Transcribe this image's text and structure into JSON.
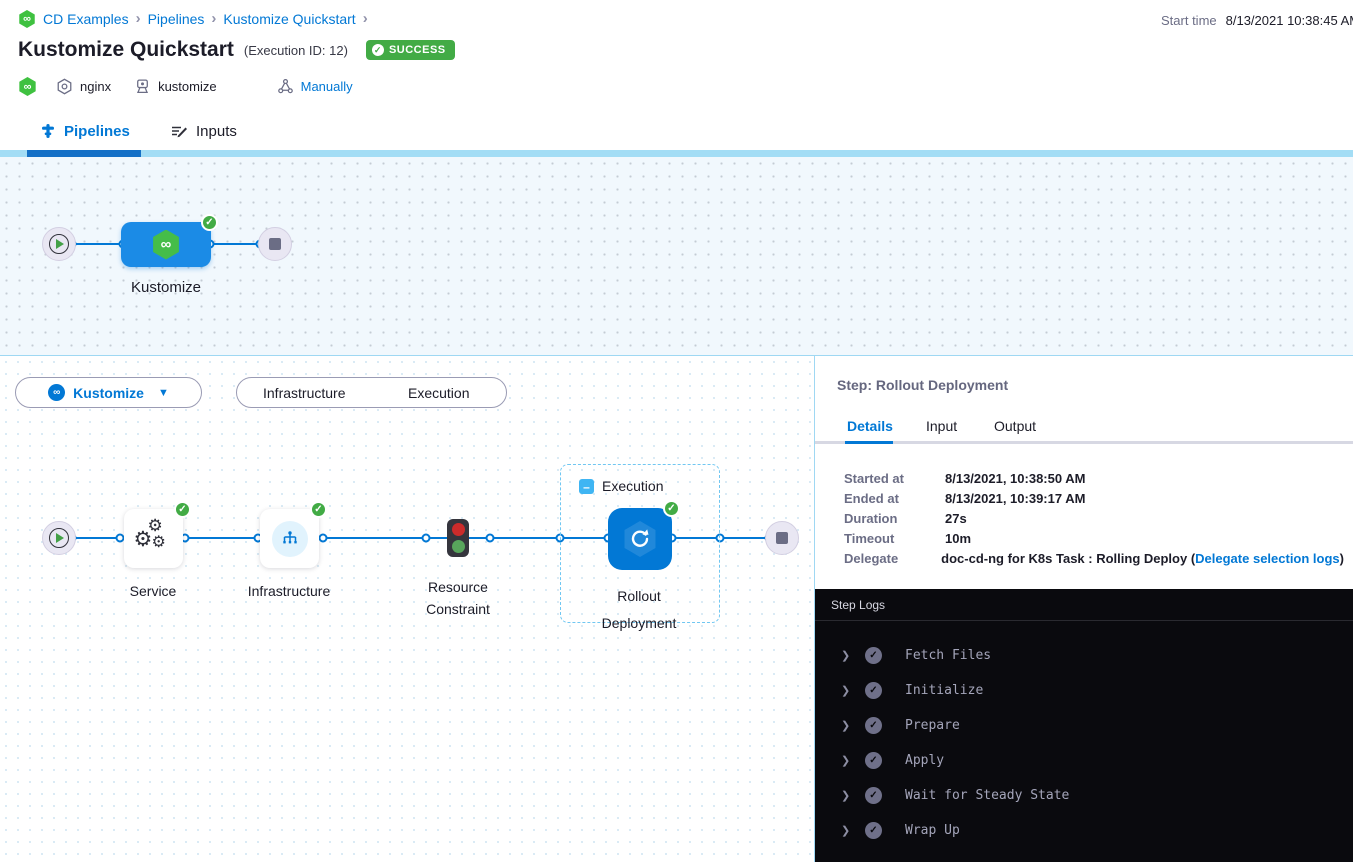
{
  "breadcrumb": {
    "item1": "CD Examples",
    "item2": "Pipelines",
    "item3": "Kustomize Quickstart",
    "sep": "›"
  },
  "header": {
    "title": "Kustomize Quickstart",
    "execution_id": "(Execution ID: 12)",
    "status_badge": "SUCCESS",
    "status_check": "✓",
    "start_time_label": "Start time",
    "start_time_value": "8/13/2021 10:38:45 AM",
    "tag_service": "nginx",
    "tag_artifact": "kustomize",
    "tag_trigger": "Manually"
  },
  "tabs": {
    "pipelines": "Pipelines",
    "inputs": "Inputs"
  },
  "stage_graph": {
    "stage_name": "Kustomize",
    "infinity": "∞",
    "check": "✓"
  },
  "toolbar": {
    "stage_selector": "Kustomize",
    "caret": "▼",
    "toggle_infrastructure": "Infrastructure",
    "toggle_execution": "Execution"
  },
  "execution_graph": {
    "group_label": "Execution",
    "collapse_glyph": "–",
    "node_service": "Service",
    "node_infrastructure": "Infrastructure",
    "node_resource_line1": "Resource",
    "node_resource_line2": "Constraint",
    "node_rollout_line1": "Rollout",
    "node_rollout_line2": "Deployment"
  },
  "step_panel": {
    "title": "Step: Rollout Deployment",
    "tab_details": "Details",
    "tab_input": "Input",
    "tab_output": "Output",
    "details": [
      {
        "label": "Started at",
        "value": "8/13/2021, 10:38:50 AM"
      },
      {
        "label": "Ended at",
        "value": "8/13/2021, 10:39:17 AM"
      },
      {
        "label": "Duration",
        "value": "27s"
      },
      {
        "label": "Timeout",
        "value": "10m"
      }
    ],
    "delegate_label": "Delegate",
    "delegate_value_prefix": "doc-cd-ng for K8s Task : Rolling Deploy (",
    "delegate_link": "Delegate selection logs",
    "delegate_value_suffix": ")"
  },
  "step_logs": {
    "title": "Step Logs",
    "chevron": "❯",
    "check": "✓",
    "entries": [
      {
        "label": "Fetch Files"
      },
      {
        "label": "Initialize"
      },
      {
        "label": "Prepare"
      },
      {
        "label": "Apply"
      },
      {
        "label": "Wait for Steady State"
      },
      {
        "label": "Wrap Up"
      }
    ]
  },
  "colors": {
    "primary_blue": "#0278d5",
    "success_green": "#42ab45",
    "node_blue": "#1b8be6",
    "log_bg": "#0a0a0e"
  }
}
